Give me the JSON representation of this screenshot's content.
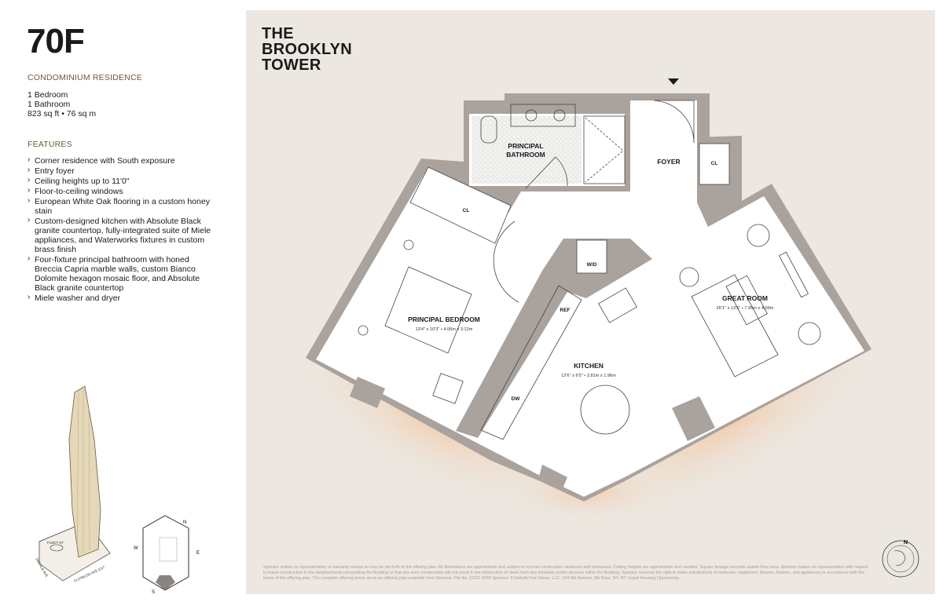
{
  "unit": {
    "title": "70F",
    "type": "CONDOMINIUM RESIDENCE",
    "bedrooms": "1 Bedroom",
    "bathrooms": "1 Bathroom",
    "area": "823 sq ft • 76 sq m"
  },
  "features": {
    "heading": "FEATURES",
    "items": [
      "Corner residence with South exposure",
      "Entry foyer",
      "Ceiling heights up to 11'0\"",
      "Floor-to-ceiling windows",
      "European White Oak flooring in a custom honey stain",
      "Custom-designed kitchen with Absolute Black granite countertop, fully-integrated suite of Miele appliances, and Waterworks fixtures in custom brass finish",
      "Four-fixture principal bathroom with honed Breccia Capria marble walls, custom Bianco Dolomite hexagon mosaic floor, and Absolute Black granite countertop",
      "Miele washer and dryer"
    ]
  },
  "logo": {
    "line1": "THE",
    "line2": "BROOKLYN",
    "line3": "TOWER"
  },
  "rooms": {
    "bathroom_1": "PRINCIPAL",
    "bathroom_2": "BATHROOM",
    "foyer": "FOYER",
    "closet_foyer": "CL",
    "closet_bedroom": "CL",
    "washer_dryer": "W/D",
    "refrigerator": "REF",
    "dishwasher": "DW",
    "bedroom": "PRINCIPAL BEDROOM",
    "bedroom_dims": "13'4\" x 10'3\" • 4.06m x 3.12m",
    "kitchen": "KITCHEN",
    "kitchen_dims": "12'6\" x 6'5\" • 3.81m x 1.96m",
    "great_room": "GREAT ROOM",
    "great_room_dims": "26'1\" x 13'5\" • 7.95m x 4.09m"
  },
  "key_plan": {
    "streets": {
      "north": "FLEET ST",
      "west": "DEKALB AVE",
      "south": "FLATBUSH AVE EXT"
    },
    "compass": {
      "n": "N",
      "e": "E",
      "s": "S",
      "w": "W"
    }
  },
  "north_arrow": "N",
  "disclaimer": "Sponsor makes no representation or warranty except as may be set forth in the offering plan. All dimensions are approximate and subject to normal construction variances and tolerances. Ceiling heights are approximate and variable. Square footage exceeds usable floor area. Sponsor makes no representation with respect to future construction in the neighborhood surrounding the Building or that any such construction will not result in the obstruction of views from any windows and/or terraces within the Building. Sponsor reserves the right to make substitutions of materials, equipment, fixtures, finishes, and appliances in accordance with the terms of the offering plan. The complete offering terms are in an offering plan available from Sponsor. File No. CD21-0093 Sponsor: 9 DeKalb Fee Owner, LLC, 104 5th Avenue, 9th Floor, NY, NY. Equal Housing Opportunity.",
  "colors": {
    "panel": "#ece8e1",
    "wall": "#a9a29d",
    "accent": "#6b5a3a",
    "glow": "#f2c9a8"
  }
}
